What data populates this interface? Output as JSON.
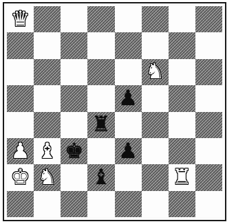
{
  "board": {
    "orientation": "white-bottom",
    "colors": {
      "light_square": "#fdfdfd",
      "dark_square": "#8f8f8f",
      "frame": "#1a1a1a"
    },
    "ranks": [
      [
        {
          "piece": "queen",
          "color": "white",
          "glyph": "♛"
        },
        null,
        null,
        null,
        null,
        null,
        null,
        null
      ],
      [
        null,
        null,
        null,
        null,
        null,
        null,
        null,
        null
      ],
      [
        null,
        null,
        null,
        null,
        null,
        {
          "piece": "knight",
          "color": "white",
          "glyph": "♞"
        },
        null,
        null
      ],
      [
        null,
        null,
        null,
        null,
        {
          "piece": "pawn",
          "color": "black",
          "glyph": "♟"
        },
        null,
        null,
        null
      ],
      [
        null,
        null,
        null,
        {
          "piece": "rook",
          "color": "black",
          "glyph": "♜"
        },
        null,
        null,
        null,
        null
      ],
      [
        {
          "piece": "pawn",
          "color": "white",
          "glyph": "♟"
        },
        {
          "piece": "bishop",
          "color": "white",
          "glyph": "♝"
        },
        {
          "piece": "king",
          "color": "black",
          "glyph": "♚"
        },
        null,
        {
          "piece": "pawn",
          "color": "black",
          "glyph": "♟"
        },
        null,
        null,
        null
      ],
      [
        {
          "piece": "king",
          "color": "white",
          "glyph": "♚"
        },
        {
          "piece": "knight",
          "color": "white",
          "glyph": "♞"
        },
        null,
        {
          "piece": "bishop",
          "color": "black",
          "glyph": "♝"
        },
        null,
        null,
        {
          "piece": "rook",
          "color": "white",
          "glyph": "♜"
        },
        null
      ],
      [
        null,
        null,
        null,
        null,
        null,
        null,
        null,
        null
      ]
    ]
  }
}
